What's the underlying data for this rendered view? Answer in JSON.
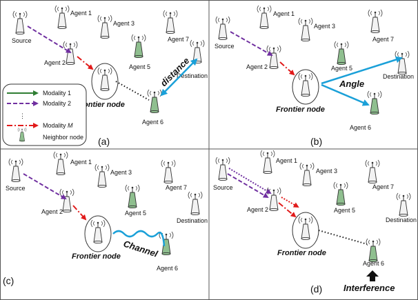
{
  "panels": [
    {
      "letter": "(a)",
      "metric": "distance"
    },
    {
      "letter": "(b)",
      "metric": "Angle"
    },
    {
      "letter": "(c)",
      "metric": "Channel"
    },
    {
      "letter": "(d)",
      "metric": "Interference"
    }
  ],
  "nodes": {
    "source": "Source",
    "agent1": "Agent 1",
    "agent2": "Agent 2",
    "agent3": "Agent 3",
    "agent5": "Agent 5",
    "agent6": "Agent 6",
    "agent7": "Agent 7",
    "destination": "Destination",
    "frontier": "Frontier node"
  },
  "legend": {
    "m1": "Modality 1",
    "m2": "Modality 2",
    "dots": "⋮",
    "mM_prefix": "Modality ",
    "mM_italic": "M",
    "neighbor": "Neighbor node"
  },
  "colors": {
    "frame": "#555555",
    "purple": "#7030a0",
    "red": "#e11a1a",
    "green": "#2e7d32",
    "blue": "#1aa0d8",
    "tower_gray": "#f2f2f2",
    "tower_green": "#8fbf8f"
  }
}
